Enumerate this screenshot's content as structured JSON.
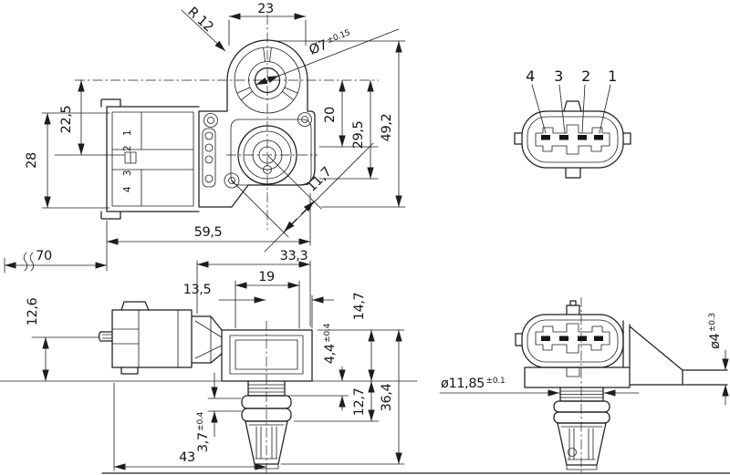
{
  "front_view": {
    "dims": {
      "lug_width": "23",
      "lug_radius": "R 12",
      "hole_dia": "Ø7",
      "hole_dia_tol": "±0.15",
      "center_to_port": "22,5",
      "connector_height": "28",
      "center_to_upper_step": "20",
      "center_to_lower_step": "29,5",
      "overall_height": "49,2",
      "diagonal_offset": "11,7",
      "overall_width": "59,5"
    },
    "pin_numbers": [
      "1",
      "2",
      "3",
      "4"
    ]
  },
  "connector_face_view": {
    "pin_labels": [
      "4",
      "3",
      "2",
      "1"
    ]
  },
  "side_view": {
    "dims": {
      "clearance_length": "70",
      "body_width": "33,3",
      "inner_width": "19",
      "center_to_edge": "13,5",
      "pin_to_base": "12,6",
      "body_height": "14,7",
      "collar_height": "4,4",
      "collar_height_tol": "±0.4",
      "port_depth": "12,7",
      "overall_height": "36,4",
      "groove_height": "3,7",
      "groove_height_tol": "±0.4",
      "base_width": "43"
    }
  },
  "top_view": {
    "dims": {
      "port_dia": "ø11,85",
      "port_dia_tol": "±0.1",
      "flange_hole_dia": "ø4",
      "flange_hole_tol": "±0.3"
    }
  }
}
